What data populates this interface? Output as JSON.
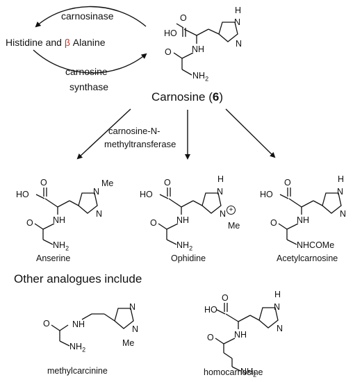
{
  "cycle": {
    "top_enzyme": "carnosinase",
    "left_prefix": "Histidine and",
    "left_beta": "β",
    "left_suffix": "Alanine",
    "bottom_enzyme_line1": "carnosine",
    "bottom_enzyme_line2": "synthase"
  },
  "carnosine": {
    "name": "Carnosine (",
    "number": "6",
    "close": ")"
  },
  "methyltransferase": {
    "line1": "carnosine-N-",
    "line2": "methyltransferase"
  },
  "atoms": {
    "cooh": "HO",
    "o": "O",
    "nh": "NH",
    "n": "N",
    "h": "H",
    "nh2": "NH",
    "sub2": "2",
    "me": "Me",
    "plus": "+",
    "nhcome": "NHCOMe"
  },
  "products": [
    {
      "name": "Anserine"
    },
    {
      "name": "Ophidine"
    },
    {
      "name": "Acetylcarnosine"
    }
  ],
  "other_header": "Other analogues include",
  "analogues": [
    {
      "name": "methylcarcinine"
    },
    {
      "name": "homocarnosine"
    }
  ],
  "colors": {
    "ink": "#111111",
    "beta": "#c0392b"
  }
}
